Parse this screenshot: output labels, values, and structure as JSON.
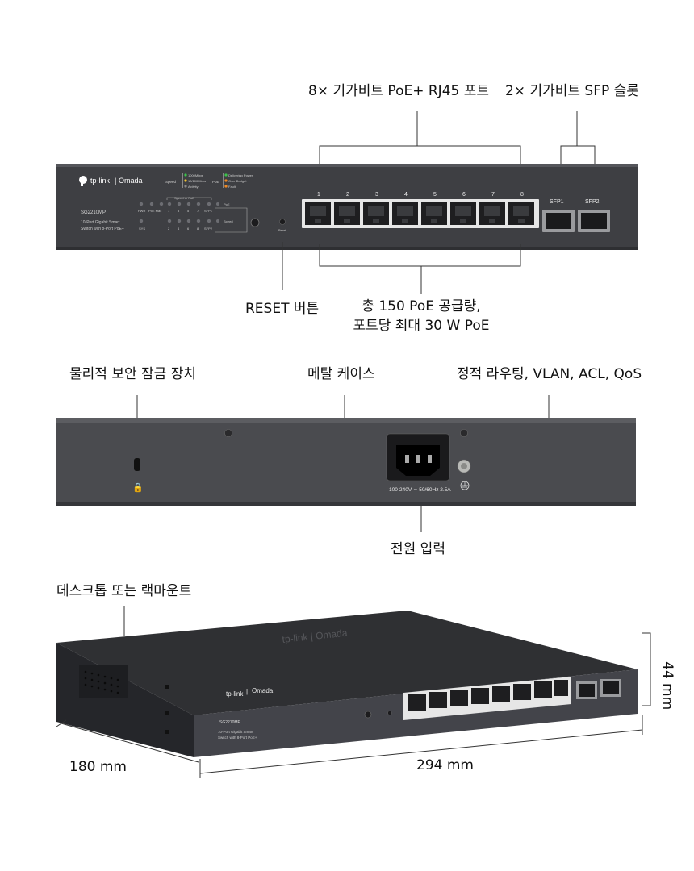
{
  "front_view": {
    "callouts": {
      "rj45_ports": "8× 기가비트 PoE+ RJ45 포트",
      "sfp_slots": "2× 기가비트 SFP 슬롯",
      "reset_button": "RESET 버튼",
      "poe_budget_line1": "총 150 PoE 공급량,",
      "poe_budget_line2": "포트당 최대 30 W PoE"
    },
    "panel": {
      "brand": "tp-link",
      "brand_sep": "|",
      "brand_omada": "Omada",
      "model": "SG2210MP",
      "description_line1": "10-Port Gigabit Smart",
      "description_line2": "Switch with 8-Port PoE+",
      "led_speed_label": "Speed",
      "led_1000": "1000Mbps",
      "led_10_100": "10/100Mbps",
      "led_activity": "Activity",
      "led_poe_label": "PoE",
      "led_delivering": "Delivering Power",
      "led_over_budget": "Over Budget",
      "led_fault": "Fault",
      "speed_or_poe": "Speed or PoE",
      "pwr": "PWR",
      "poe_max": "PoE Max",
      "sys": "SYS",
      "led_top_nums": [
        "1",
        "3",
        "5",
        "7",
        "SFP1"
      ],
      "led_bottom_nums": [
        "2",
        "4",
        "6",
        "8",
        "SFP2"
      ],
      "poe_btn_label": "PoE",
      "speed_btn_label": "Speed",
      "reset_label": "Reset",
      "port_numbers": [
        "1",
        "2",
        "3",
        "4",
        "5",
        "6",
        "7",
        "8"
      ],
      "sfp_labels": [
        "SFP1",
        "SFP2"
      ]
    },
    "colors": {
      "chassis": "#3e3f43",
      "led_green": "#3cc24a",
      "led_yellow": "#f1c232",
      "led_orange": "#f08a24"
    }
  },
  "rear_view": {
    "callouts": {
      "security_lock": "물리적 보안 잠금 장치",
      "metal_case": "메탈 케이스",
      "features": "정적 라우팅, VLAN, ACL, QoS",
      "power_input": "전원 입력"
    },
    "power_rating": "100-240V ∼ 50/60Hz 2.5A"
  },
  "iso_view": {
    "callouts": {
      "mount": "데스크톱 또는 랙마운트",
      "depth": "180 mm",
      "width": "294 mm",
      "height": "44 mm"
    },
    "top_logo": "tp-link | Omada"
  }
}
